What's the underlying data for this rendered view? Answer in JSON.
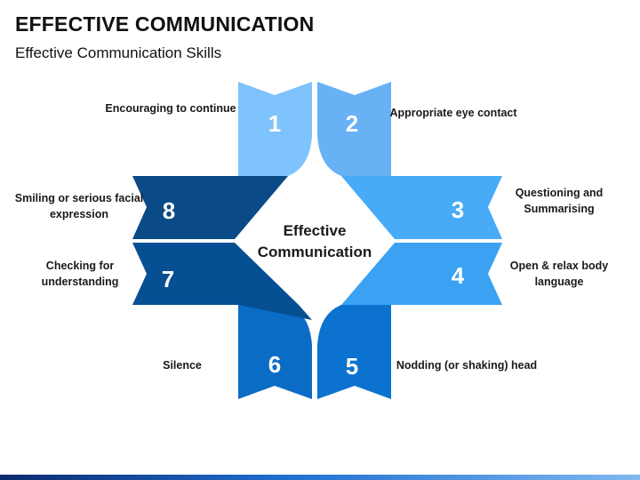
{
  "header": {
    "title": "EFFECTIVE COMMUNICATION",
    "subtitle": "Effective Communication Skills"
  },
  "center": {
    "line1": "Effective",
    "line2": "Communication"
  },
  "items": [
    {
      "number": "1",
      "label": "Encouraging to continue",
      "color": "#7ec3fb"
    },
    {
      "number": "2",
      "label": "Appropriate eye contact",
      "color": "#69b1f5"
    },
    {
      "number": "3",
      "label": "Questioning and Summarising",
      "color": "#47abf8"
    },
    {
      "number": "4",
      "label": "Open & relax body language",
      "color": "#3ba2f3"
    },
    {
      "number": "5",
      "label": "Nodding (or shaking) head",
      "color": "#0b72cf"
    },
    {
      "number": "6",
      "label": "Silence",
      "color": "#0b6cc6"
    },
    {
      "number": "7",
      "label": "Checking for understanding",
      "color": "#074f93"
    },
    {
      "number": "8",
      "label": "Smiling or serious facial expression",
      "color": "#0a4a86"
    }
  ]
}
